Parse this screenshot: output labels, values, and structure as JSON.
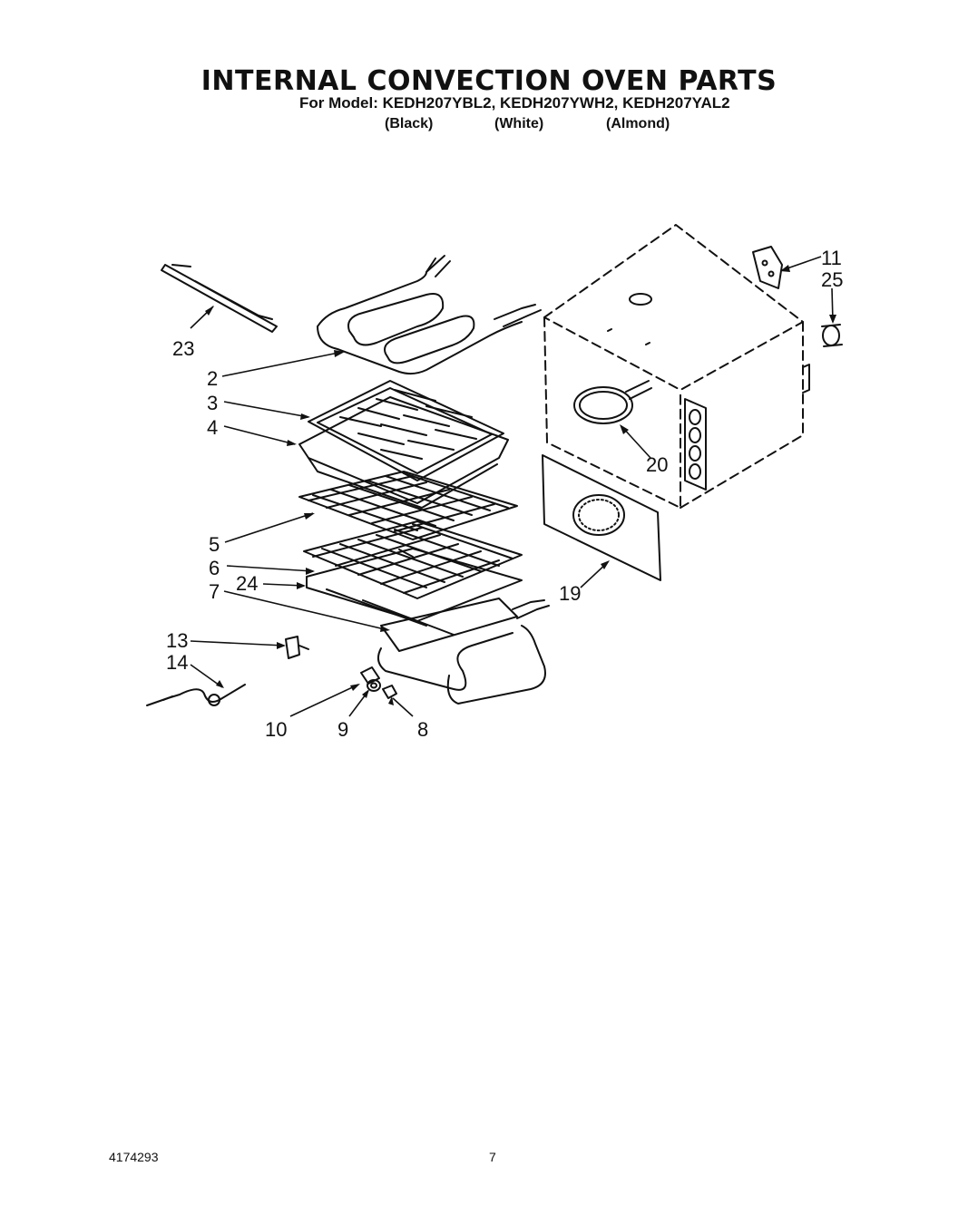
{
  "header": {
    "title": "INTERNAL CONVECTION OVEN PARTS",
    "model_line": "For Model: KEDH207YBL2, KEDH207YWH2, KEDH207YAL2",
    "finishes": [
      "(Black)",
      "(White)",
      "(Almond)"
    ]
  },
  "callouts": [
    "23",
    "2",
    "3",
    "4",
    "5",
    "6",
    "24",
    "7",
    "13",
    "14",
    "10",
    "9",
    "8",
    "19",
    "20",
    "11",
    "25"
  ],
  "footer": {
    "doc_number": "4174293",
    "page_number": "7"
  }
}
